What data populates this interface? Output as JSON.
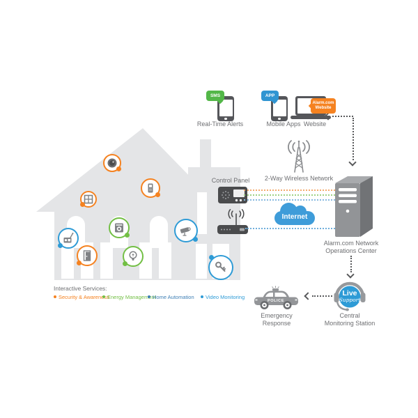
{
  "palette": {
    "security_orange": "#F58220",
    "energy_green": "#72BF44",
    "home_automation_blue": "#3E7FB5",
    "video_monitoring_blue": "#2E9BD6",
    "house_gray": "#E4E5E7",
    "device_dark_gray": "#4A4B4D",
    "label_gray": "#6D6E71",
    "cloud_blue": "#3E9CD9",
    "badge_blue": "#2E9BD6"
  },
  "alerts": {
    "bubble": "SMS",
    "label": "Real-Time Alerts"
  },
  "apps": {
    "bubble": "APP",
    "label": "Mobile Apps"
  },
  "website": {
    "bubble_line1": "Alarm.com",
    "bubble_line2": "Website",
    "label": "Website"
  },
  "network": {
    "control_panel_label": "Control Panel",
    "wireless_label": "2-Way Wireless Network",
    "internet_label": "Internet",
    "noc_label_line1": "Alarm.com Network",
    "noc_label_line2": "Operations Center"
  },
  "monitoring": {
    "badge_line1": "Live",
    "badge_line2": "Support",
    "label_line1": "Central",
    "label_line2": "Monitoring Station"
  },
  "emergency": {
    "car_text": "POLICE",
    "label_line1": "Emergency",
    "label_line2": "Response"
  },
  "legend": {
    "title": "Interactive Services:",
    "items": [
      {
        "label": "Security & Awareness",
        "color": "#F58220"
      },
      {
        "label": "Energy Management",
        "color": "#72BF44"
      },
      {
        "label": "Home Automation",
        "color": "#3E7FB5"
      },
      {
        "label": "Video Monitoring",
        "color": "#2E9BD6"
      }
    ]
  },
  "house": {
    "devices": [
      {
        "icon": "smoke-detector-icon",
        "service": "security"
      },
      {
        "icon": "thermostat-icon",
        "service": "security"
      },
      {
        "icon": "window-sensor-icon",
        "service": "security"
      },
      {
        "icon": "wireless-device-icon",
        "service": "automation"
      },
      {
        "icon": "appliance-module-icon",
        "service": "energy"
      },
      {
        "icon": "door-sensor-icon",
        "service": "security"
      },
      {
        "icon": "light-bulb-icon",
        "service": "energy"
      },
      {
        "icon": "video-camera-icon",
        "service": "video"
      },
      {
        "icon": "door-key-icon",
        "service": "automation"
      }
    ]
  }
}
